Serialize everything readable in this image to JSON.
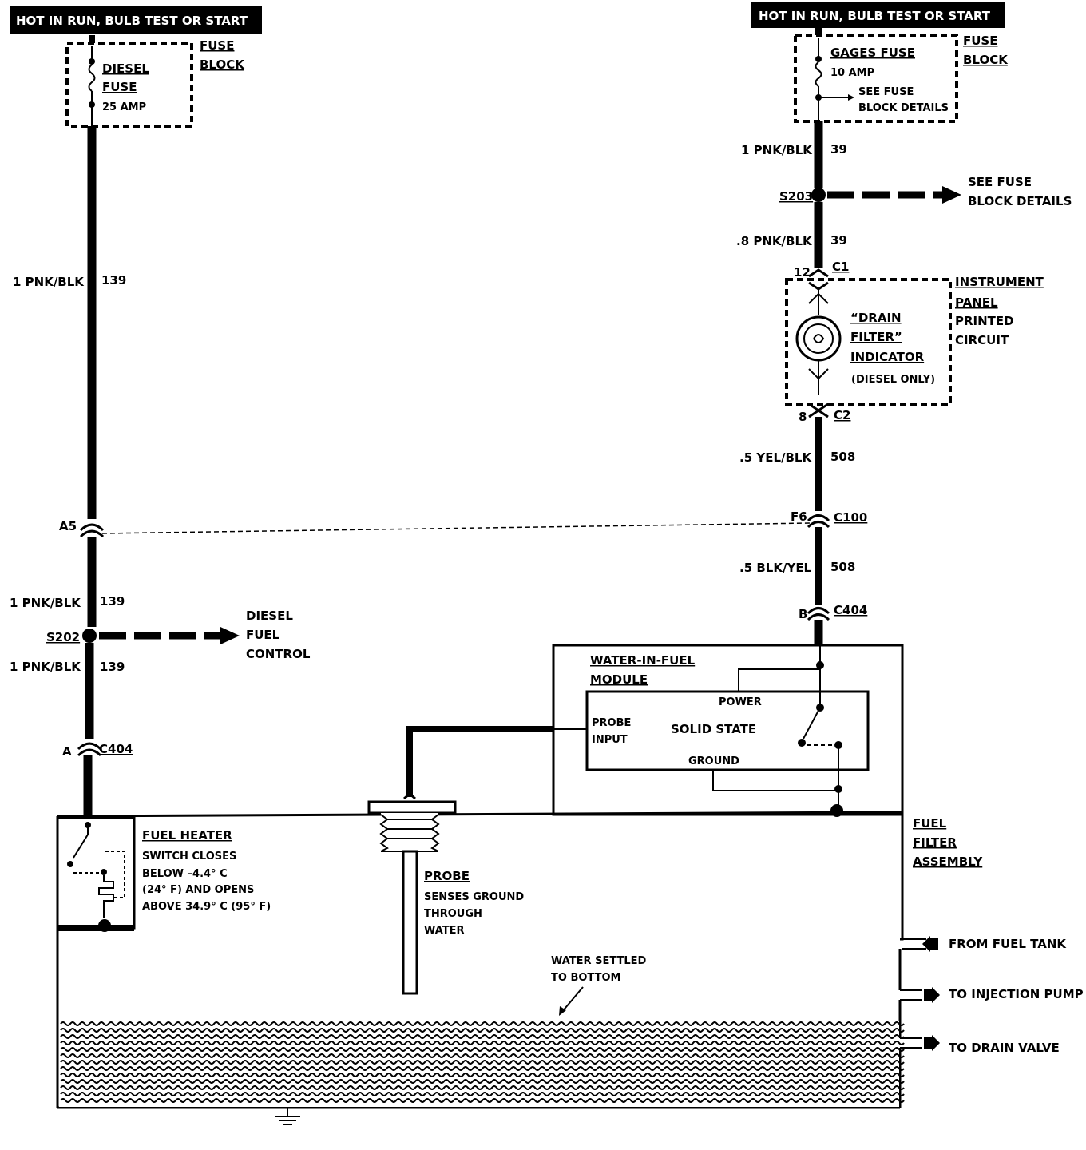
{
  "headers": {
    "left": "HOT IN RUN, BULB TEST OR START",
    "right": "HOT IN RUN, BULB TEST OR START"
  },
  "left_circuit": {
    "fuse_block_label": [
      "FUSE",
      "BLOCK"
    ],
    "fuse_name": [
      "DIESEL",
      "FUSE"
    ],
    "fuse_rating": "25 AMP",
    "wire_top": {
      "gauge_color": "1 PNK/BLK",
      "circuit": "139"
    },
    "connector_a5": "A5",
    "wire_mid": {
      "gauge_color": "1 PNK/BLK",
      "circuit": "139"
    },
    "splice": "S202",
    "splice_dest": [
      "DIESEL",
      "FUEL",
      "CONTROL"
    ],
    "wire_low": {
      "gauge_color": "1 PNK/BLK",
      "circuit": "139"
    },
    "connector_pin": "A",
    "connector": "C404"
  },
  "right_circuit": {
    "fuse_block_label": [
      "FUSE",
      "BLOCK"
    ],
    "fuse_name": "GAGES FUSE",
    "fuse_rating": "10 AMP",
    "fuse_details": [
      "SEE FUSE",
      "BLOCK DETAILS"
    ],
    "wire_1": {
      "gauge_color": "1 PNK/BLK",
      "circuit": "39"
    },
    "splice": "S203",
    "splice_dest": [
      "SEE FUSE",
      "BLOCK DETAILS"
    ],
    "wire_2": {
      "gauge_color": ".8 PNK/BLK",
      "circuit": "39"
    },
    "c1_pin": "12",
    "c1": "C1",
    "panel_label": [
      "INSTRUMENT",
      "PANEL",
      "PRINTED",
      "CIRCUIT"
    ],
    "indicator": [
      "“DRAIN",
      "FILTER”",
      "INDICATOR"
    ],
    "indicator_note": "(DIESEL ONLY)",
    "c2_pin": "8",
    "c2": "C2",
    "wire_3": {
      "gauge_color": ".5 YEL/BLK",
      "circuit": "508"
    },
    "c100_pin": "F6",
    "c100": "C100",
    "wire_4": {
      "gauge_color": ".5 BLK/YEL",
      "circuit": "508"
    },
    "c404_pin": "B",
    "c404": "C404"
  },
  "module": {
    "title": [
      "WATER-IN-FUEL",
      "MODULE"
    ],
    "power": "POWER",
    "probe_input": [
      "PROBE",
      "INPUT"
    ],
    "solid_state": "SOLID STATE",
    "ground": "GROUND"
  },
  "fuel_heater": {
    "title": "FUEL HEATER",
    "desc": [
      "SWITCH CLOSES",
      "BELOW  –4.4° C",
      "(24° F) AND OPENS",
      "ABOVE 34.9° C (95° F)"
    ]
  },
  "probe": {
    "title": "PROBE",
    "desc": [
      "SENSES GROUND",
      "THROUGH",
      "WATER"
    ]
  },
  "water_note": [
    "WATER SETTLED",
    "TO BOTTOM"
  ],
  "assembly_label": [
    "FUEL",
    "FILTER",
    "ASSEMBLY"
  ],
  "ports": [
    "FROM FUEL TANK",
    "TO INJECTION PUMP",
    "TO DRAIN VALVE"
  ]
}
